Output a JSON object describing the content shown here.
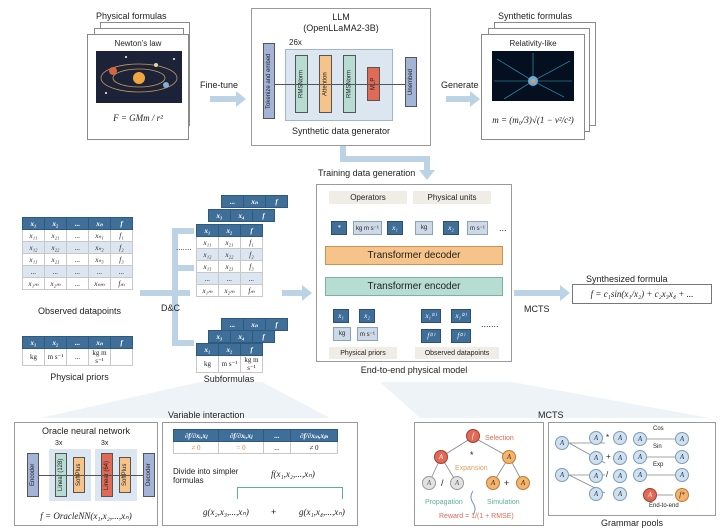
{
  "top": {
    "physical_formulas_title": "Physical formulas",
    "newtons_law": "Newton's law",
    "newton_formula": "F = GMm / r²",
    "dots": ".......",
    "finetune": "Fine-tune",
    "llm_title": "LLM",
    "llm_model": "(OpenLLaMA2-3B)",
    "repeat": "26x",
    "blocks": [
      "Tokenize and embed",
      "RMSNorm",
      "Attention",
      "RMSNorm",
      "MLP",
      "Unembed"
    ],
    "synthetic_data_generator": "Synthetic data generator",
    "generate": "Generate",
    "synthetic_formulas_title": "Synthetic formulas",
    "relativity_like": "Relativity-like",
    "relativity_formula": "m = (m₀/3)√(1 − v²/c²)",
    "training_data_generation": "Training data generation"
  },
  "observed": {
    "header": [
      "x₁",
      "x₂",
      "...",
      "xₙ",
      "f"
    ],
    "rows": [
      [
        "x₁₁",
        "x₂₁",
        "...",
        "xₙ₁",
        "f₁"
      ],
      [
        "x₁₂",
        "x₂₂",
        "...",
        "xₙ₂",
        "f₂"
      ],
      [
        "x₁₃",
        "x₂₃",
        "...",
        "xₙ₃",
        "f₃"
      ],
      [
        "...",
        "...",
        "...",
        "...",
        "..."
      ],
      [
        "x₁ₘ",
        "x₂ₘ",
        "...",
        "xₙₘ",
        "fₘ"
      ]
    ],
    "caption": "Observed datapoints"
  },
  "priors": {
    "header": [
      "x₁",
      "x₂",
      "...",
      "xₙ",
      "f"
    ],
    "units": [
      "kg",
      "m s⁻¹",
      "...",
      "kg m s⁻¹",
      ""
    ],
    "caption": "Physical priors"
  },
  "dc_label": "D&C",
  "subformulas": {
    "header": [
      "x₁",
      "x₂",
      "f"
    ],
    "rows": [
      [
        "x₁₁",
        "x₂₁",
        "f₁"
      ],
      [
        "x₁₂",
        "x₂₂",
        "f₂"
      ],
      [
        "x₁₃",
        "x₂₃",
        "f₃"
      ],
      [
        "...",
        "...",
        "..."
      ],
      [
        "x₁ₘ",
        "x₂ₘ",
        "fₘ"
      ]
    ],
    "back_header": [
      "x₃",
      "x₄",
      "f"
    ],
    "back_header2": [
      "...",
      "xₙ",
      "f"
    ],
    "units": [
      "kg",
      "m s⁻¹",
      "kg m s⁻¹"
    ],
    "caption": "Subformulas"
  },
  "model": {
    "operators": "Operators",
    "physical_units": "Physical units",
    "tokens": [
      "*",
      "kg m s⁻¹",
      "x₁",
      "kg",
      "x₂",
      "m s⁻¹",
      "..."
    ],
    "decoder": "Transformer decoder",
    "encoder": "Transformer encoder",
    "priors_tokens": [
      "x₁",
      "x₂",
      "kg",
      "m s⁻¹"
    ],
    "obs_tokens": [
      "x₁⁽¹⁾",
      "x₁⁽²⁾",
      "f⁽¹⁾",
      "f⁽²⁾"
    ],
    "physical_priors": "Physical priors",
    "observed_datapoints": "Observed datapoints",
    "caption": "End-to-end physical model"
  },
  "output": {
    "synthesized_formula": "Synthesized formula",
    "formula": "f = c₁sin(x₁/x₂) + c₂x₃x₄ + ...",
    "mcts": "MCTS"
  },
  "variable_interaction": {
    "title": "Variable interaction",
    "oracle_title": "Oracle neural network",
    "encoder": "Encoder",
    "linear1": "Linear (128)",
    "softplus": "SoftPlus",
    "linear2": "Linear (64)",
    "decoder": "Decoder",
    "rep1": "3x",
    "rep2": "3x",
    "oracle_formula": "f = OracleNN(x₁,x₂,...,xₙ)",
    "partials": [
      "∂f/∂xᵢ,xⱼ",
      "∂f/∂xᵢ,xⱼ",
      "...",
      "∂f/∂xᵢₙ,xⱼₙ"
    ],
    "values": [
      "≠ 0",
      "= 0",
      "...",
      "≠ 0"
    ],
    "divide": "Divide into simpler formulas",
    "fx": "f(x₁,x₂,...,xₙ)",
    "g1": "g(x₂,x₃,...,xₙ)",
    "plus": "+",
    "g2": "g(x₁,x₄,...,xₙ)"
  },
  "mcts_panel": {
    "title": "MCTS",
    "selection": "Selection",
    "expansion": "Expansion",
    "propagation": "Propagation",
    "simulation": "Simulation",
    "reward": "Reward = 1/(1 + RMSE)",
    "root": "f",
    "a": "A",
    "star": "*",
    "slash": "/",
    "plus": "+",
    "grammar_title": "Grammar pools",
    "cos": "Cos",
    "sin": "Sin",
    "exp": "Exp",
    "end": "End-to-end",
    "fstar": "f*"
  },
  "colors": {
    "blue": "#3f6e99",
    "orange": "#f6c48a",
    "teal": "#b7dcd2",
    "red": "#e06a55",
    "arrow": "#bcd3e6"
  }
}
